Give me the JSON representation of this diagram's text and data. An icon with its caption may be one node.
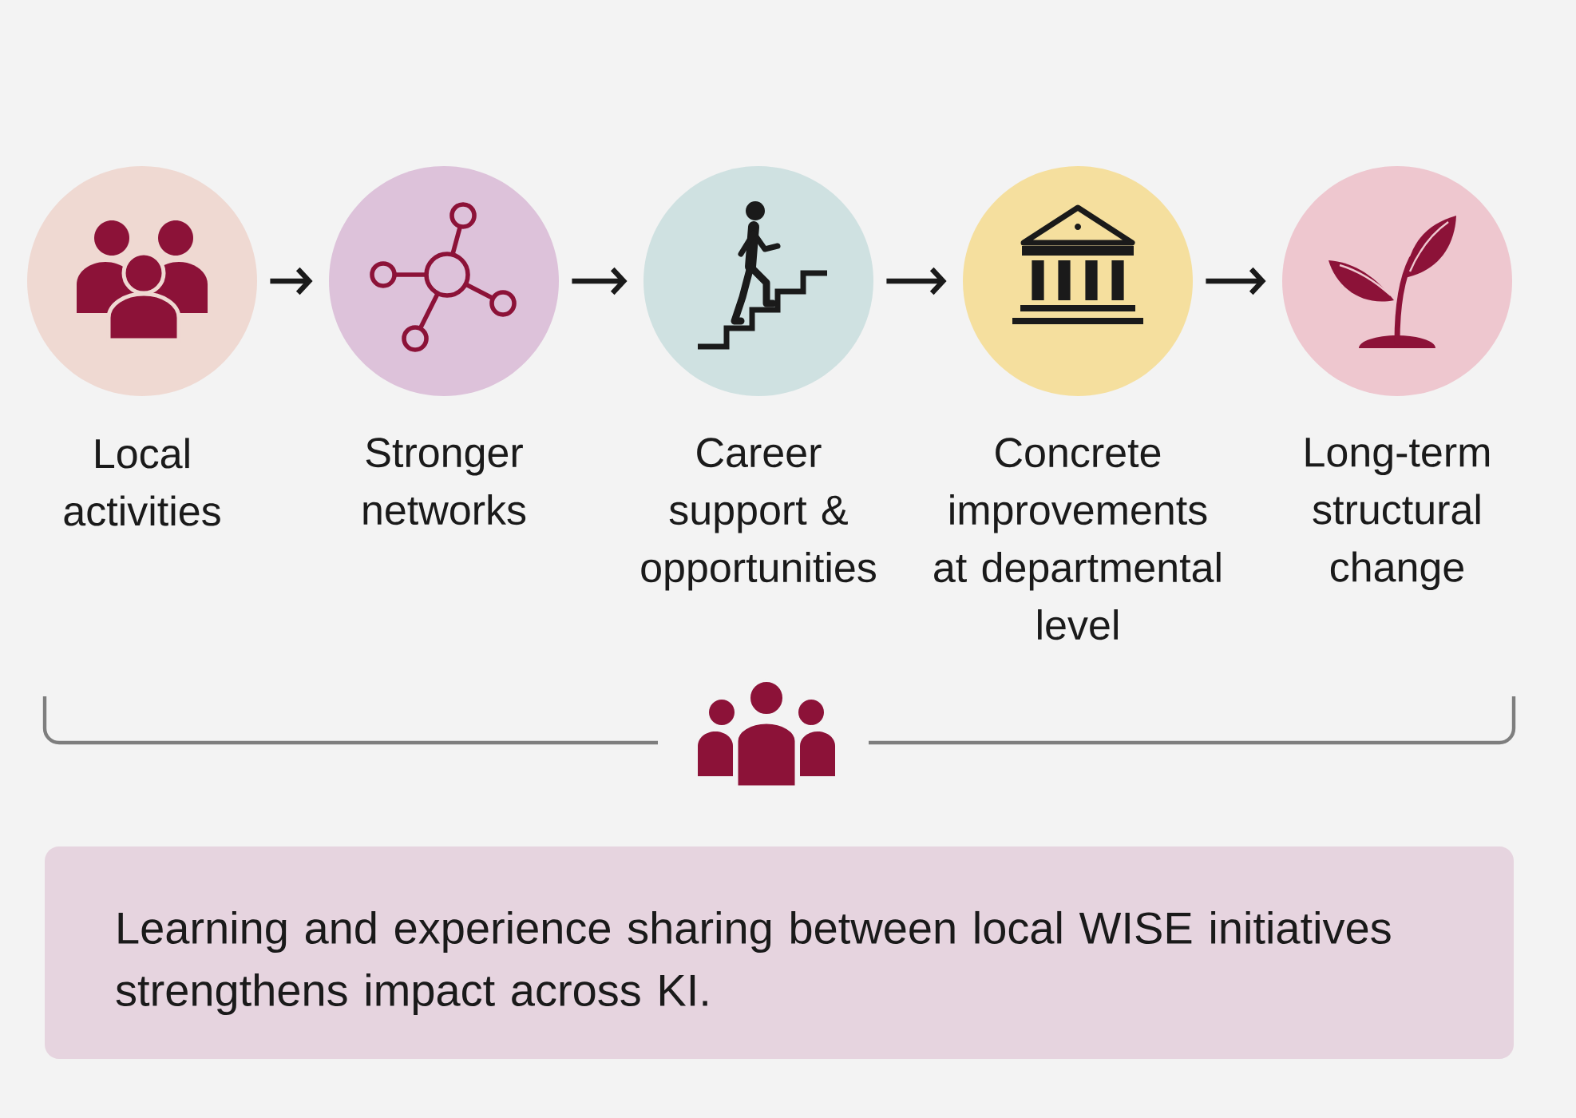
{
  "diagram": {
    "nodes": [
      {
        "text": [
          "Local activities"
        ]
      },
      {
        "text": [
          "Stronger networks"
        ]
      },
      {
        "text": [
          "Career support & opportunities"
        ]
      },
      {
        "text": [
          "Concrete improvements at departmental level"
        ]
      },
      {
        "text": [
          "Long-term structural change"
        ]
      },
      {
        "text": [
          "Learning and experience sharing between local WISE initiatives strengthens impact across KI."
        ]
      }
    ],
    "edges": [
      {
        "from": 0,
        "to": 1,
        "arrow": "to"
      },
      {
        "from": 1,
        "to": 2,
        "arrow": "to"
      },
      {
        "from": 2,
        "to": 3,
        "arrow": "to"
      },
      {
        "from": 3,
        "to": 4,
        "arrow": "to"
      }
    ]
  }
}
